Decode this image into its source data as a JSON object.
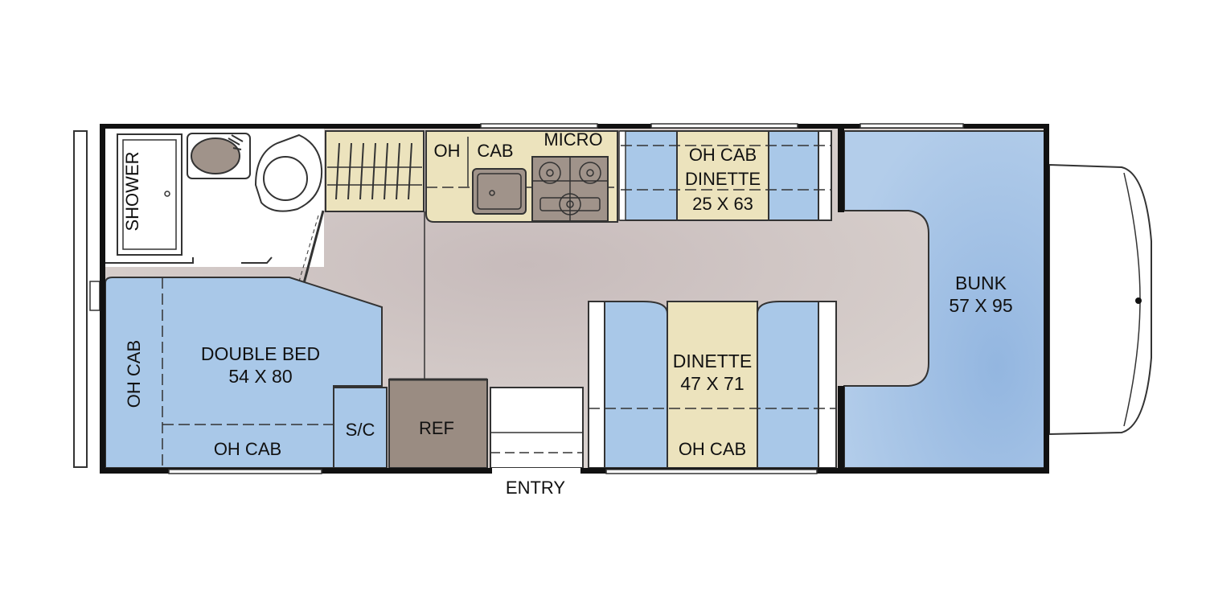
{
  "colors": {
    "blue": "#a9c8e8",
    "blue_dark": "#8fb5df",
    "tan": "#ece3bd",
    "floor": "#d6cdcb",
    "ref": "#9a8c82",
    "wall": "#111111"
  },
  "labels": {
    "shower": "SHOWER",
    "oh": "OH",
    "cab": "CAB",
    "micro": "MICRO",
    "oh_cab": "OH CAB",
    "dinette": "DINETTE",
    "dinette_small_size": "25 X 63",
    "bunk": "BUNK",
    "bunk_size": "57 X 95",
    "double_bed": "DOUBLE BED",
    "double_bed_size": "54 X 80",
    "sc": "S/C",
    "ref": "REF",
    "dinette_big_size": "47 X 71",
    "entry": "ENTRY"
  }
}
